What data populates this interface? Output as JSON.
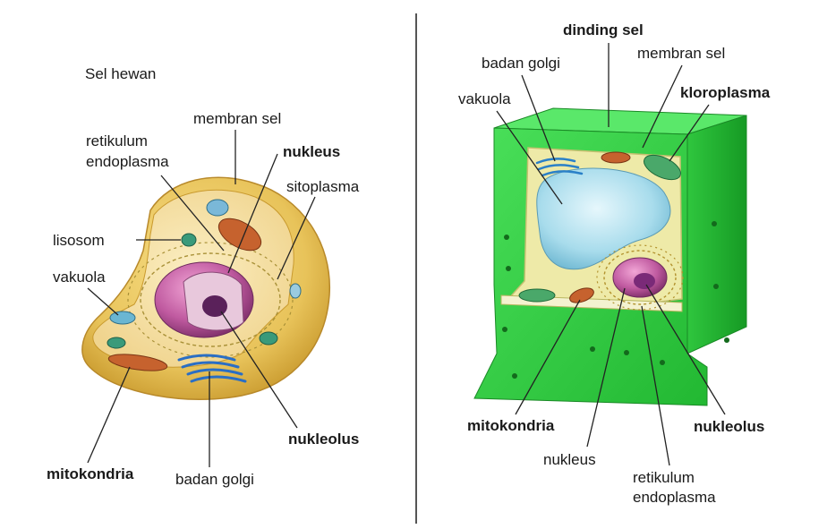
{
  "left_panel": {
    "title": "Sel hewan",
    "labels": {
      "membran_sel": "membran sel",
      "retikulum_1": "retikulum",
      "retikulum_2": "endoplasma",
      "nukleus": "nukleus",
      "sitoplasma": "sitoplasma",
      "lisosom": "lisosom",
      "vakuola": "vakuola",
      "nukleolus": "nukleolus",
      "mitokondria": "mitokondria",
      "badan_golgi": "badan golgi"
    }
  },
  "right_panel": {
    "labels": {
      "dinding_sel": "dinding sel",
      "badan_golgi": "badan golgi",
      "membran_sel": "membran sel",
      "vakuola": "vakuola",
      "kloroplasma": "kloroplasma",
      "mitokondria": "mitokondria",
      "nukleolus": "nukleolus",
      "nukleus": "nukleus",
      "retikulum_1": "retikulum",
      "retikulum_2": "endoplasma"
    }
  },
  "colors": {
    "animal_outer": "#e8c35a",
    "animal_cytoplasm": "#f5dea0",
    "nucleus": "#c05aa0",
    "nucleolus": "#6a2a6a",
    "plant_wall": "#3bd64a",
    "plant_cytoplasm": "#eeeaa8",
    "vacuole": "#a8dcec",
    "divider": "#555555"
  }
}
